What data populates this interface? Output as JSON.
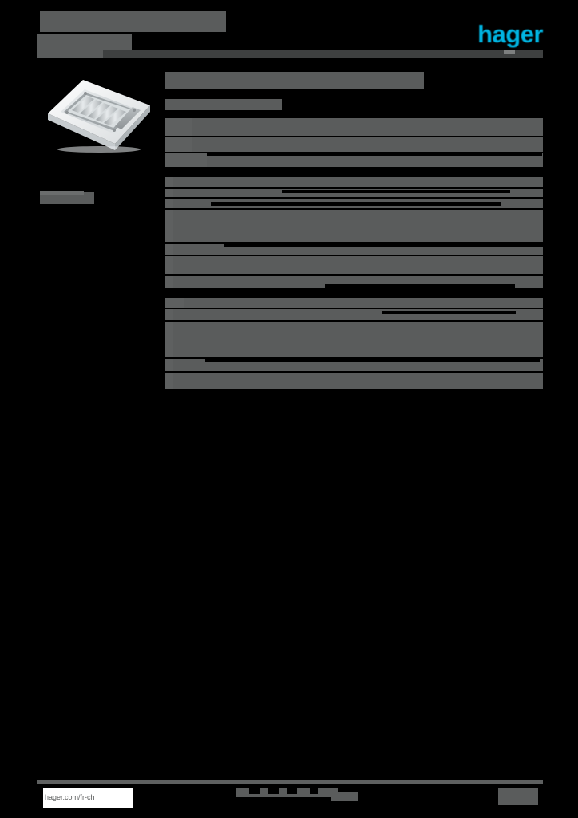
{
  "document": {
    "kind": "product-datasheet",
    "brand": "hager",
    "language_region": "fr-ch",
    "redacted": true,
    "page_background": "#000000",
    "redaction_color": "#5a5c5c",
    "accent_color": "#00b5e2"
  },
  "header": {
    "logo_text": "hager",
    "logo_color": "#00b5e2",
    "title_line1": "",
    "title_line2": "",
    "rule_color": "#3e4040"
  },
  "left_column": {
    "product_image_alt": "metallic floor box unit",
    "caption": ""
  },
  "main": {
    "doc_title": "",
    "doc_subtitle": "",
    "tables": [
      {
        "name": "spec-table-1",
        "rows": [
          {
            "label": "",
            "value": "",
            "height": 22,
            "label_width": 34,
            "cuts": []
          },
          {
            "label": "",
            "value": "",
            "height": 18,
            "label_width": 34,
            "cuts": []
          },
          {
            "label": "",
            "value": "",
            "height": 17,
            "label_width": 52,
            "cuts": [
              [
                52,
                0,
                420,
                3
              ]
            ]
          }
        ]
      },
      {
        "name": "spec-table-2",
        "rows": [
          {
            "label": "",
            "value": "",
            "height": 13,
            "label_width": 10,
            "cuts": []
          },
          {
            "label": "",
            "value": "",
            "height": 11,
            "label_width": 10,
            "cuts": [
              [
                146,
                2,
                286,
                4
              ]
            ]
          },
          {
            "label": "",
            "value": "",
            "height": 12,
            "label_width": 10,
            "cuts": [
              [
                57,
                4,
                364,
                5
              ]
            ]
          },
          {
            "label": "",
            "value": "",
            "height": 40,
            "label_width": 10,
            "cuts": []
          },
          {
            "label": "",
            "value": "",
            "height": 14,
            "label_width": 10,
            "cuts": [
              [
                74,
                0,
                400,
                4
              ]
            ]
          },
          {
            "label": "",
            "value": "",
            "height": 22,
            "label_width": 10,
            "cuts": []
          },
          {
            "label": "",
            "value": "",
            "height": 16,
            "label_width": 10,
            "cuts": [
              [
                200,
                10,
                238,
                5
              ]
            ]
          }
        ]
      },
      {
        "name": "spec-table-3",
        "rows": [
          {
            "label": "",
            "value": "",
            "height": 12,
            "label_width": 24,
            "cuts": []
          },
          {
            "label": "",
            "value": "",
            "height": 14,
            "label_width": 10,
            "cuts": [
              [
                272,
                2,
                167,
                4
              ]
            ]
          },
          {
            "label": "",
            "value": "",
            "height": 44,
            "label_width": 10,
            "cuts": []
          },
          {
            "label": "",
            "value": "",
            "height": 16,
            "label_width": 10,
            "cuts": [
              [
                50,
                0,
                420,
                4
              ]
            ]
          },
          {
            "label": "",
            "value": "",
            "height": 20,
            "label_width": 10,
            "cuts": []
          }
        ]
      }
    ]
  },
  "footer": {
    "url": "hager.com/fr-ch",
    "center_text": "",
    "page_number": "",
    "url_box_color": "#ffffff",
    "rule_color": "#5e6060"
  }
}
